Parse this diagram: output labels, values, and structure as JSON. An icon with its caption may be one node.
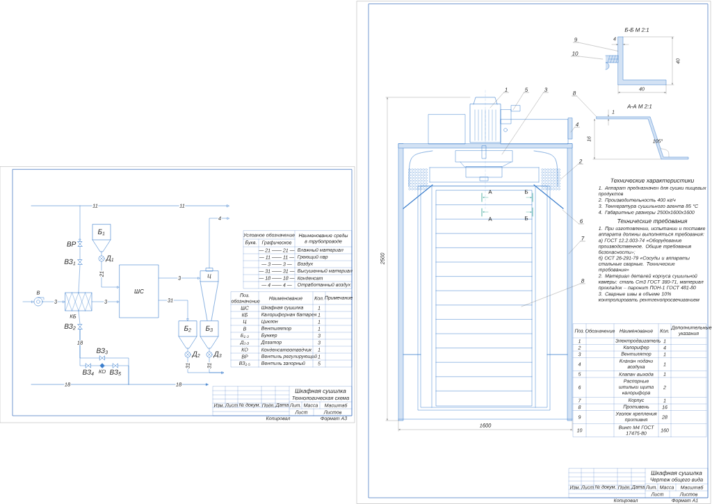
{
  "diagram": {
    "nodes": [
      {
        "text": [
          "В"
        ]
      },
      {
        "text": [
          "КБ"
        ]
      },
      {
        "text": [
          "ШС"
        ]
      },
      {
        "text": [
          "Ц"
        ]
      },
      {
        "text": [
          "Б$_{1}$"
        ]
      },
      {
        "text": [
          "Б$_{2}$"
        ]
      },
      {
        "text": [
          "Б$_{3}$"
        ]
      },
      {
        "text": [
          "Д$_{1}$"
        ]
      },
      {
        "text": [
          "Д$_{2}$"
        ]
      },
      {
        "text": [
          "Д$_{3}$"
        ]
      },
      {
        "text": [
          "ВР"
        ]
      },
      {
        "text": [
          "ВЗ$_{1}$"
        ]
      },
      {
        "text": [
          "ВЗ$_{2}$"
        ]
      },
      {
        "text": [
          "ВЗ$_{3}$"
        ]
      },
      {
        "text": [
          "ВЗ$_{4}$"
        ]
      },
      {
        "text": [
          "КО"
        ]
      },
      {
        "text": [
          "ВЗ$_{5}$"
        ]
      },
      {
        "text": [
          "1"
        ]
      },
      {
        "text": [
          "5"
        ]
      },
      {
        "text": [
          "3"
        ]
      },
      {
        "text": [
          "8"
        ]
      },
      {
        "text": [
          "4"
        ]
      },
      {
        "text": [
          "2"
        ]
      },
      {
        "text": [
          "6"
        ]
      },
      {
        "text": [
          "7"
        ]
      },
      {
        "text": [
          "8"
        ]
      },
      {
        "text": [
          "9"
        ]
      },
      {
        "text": [
          "10"
        ]
      },
      {
        "text": [],
        "shape": "picture",
        "beside": [
          "А-А М 2:1",
          "1",
          "16"
        ]
      },
      {
        "text": [],
        "shape": "picture",
        "beside": [
          "Б-Б М 2:1",
          "4",
          "40",
          "40"
        ]
      },
      {
        "text": [],
        "shape": "picture"
      },
      {
        "text": [],
        "shape": "picture"
      }
    ],
    "edges": [
      {
        "from": null,
        "to": 0,
        "arrow": "to"
      },
      {
        "from": 0,
        "to": 1,
        "arrow": "to",
        "label": "3"
      },
      {
        "from": 1,
        "to": 2,
        "arrow": "to",
        "label": "3"
      },
      {
        "from": null,
        "to": 10,
        "arrow": "to"
      },
      {
        "from": 10,
        "to": 11,
        "arrow": "none"
      },
      {
        "from": 11,
        "to": 1,
        "arrow": "none"
      },
      {
        "from": 1,
        "to": 12,
        "arrow": "none"
      },
      {
        "from": 12,
        "to": 14,
        "arrow": "none",
        "label": "18"
      },
      {
        "from": 12,
        "to": 13,
        "arrow": "none"
      },
      {
        "from": 14,
        "to": 15,
        "arrow": "none"
      },
      {
        "from": 15,
        "to": 16,
        "arrow": "none"
      },
      {
        "from": 16,
        "to": null,
        "arrow": "none"
      },
      {
        "from": 13,
        "to": null,
        "arrow": "none"
      },
      {
        "from": 4,
        "to": 7,
        "arrow": "none"
      },
      {
        "from": 7,
        "to": 2,
        "arrow": "to",
        "label": "21"
      },
      {
        "from": 2,
        "to": 3,
        "arrow": "to",
        "label": "3"
      },
      {
        "from": 2,
        "to": 5,
        "arrow": "to",
        "label": "31"
      },
      {
        "from": 3,
        "to": null,
        "arrow": "to",
        "label": "4"
      },
      {
        "from": 5,
        "to": 8,
        "arrow": "none"
      },
      {
        "from": 6,
        "to": 9,
        "arrow": "none"
      },
      {
        "from": 8,
        "to": null,
        "arrow": "to",
        "label": "31"
      },
      {
        "from": 9,
        "to": null,
        "arrow": "to",
        "label": "31"
      },
      {
        "from": 17,
        "to": null,
        "arrow": "none",
        "color": "#555555"
      },
      {
        "from": 18,
        "to": null,
        "arrow": "none",
        "color": "#555555"
      },
      {
        "from": 19,
        "to": null,
        "arrow": "none",
        "color": "#555555"
      },
      {
        "from": 20,
        "to": 28,
        "arrow": "none",
        "color": "#555555"
      },
      {
        "from": 21,
        "to": null,
        "arrow": "none",
        "color": "#555555"
      },
      {
        "from": 22,
        "to": 31,
        "arrow": "none",
        "color": "#555555"
      },
      {
        "from": 23,
        "to": null,
        "arrow": "none",
        "color": "#555555"
      },
      {
        "from": 24,
        "to": null,
        "arrow": "none",
        "color": "#555555"
      },
      {
        "from": 25,
        "to": null,
        "arrow": "none",
        "color": "#555555"
      },
      {
        "from": 26,
        "to": 29,
        "arrow": "none",
        "color": "#555555"
      },
      {
        "from": 27,
        "to": 30,
        "arrow": "none",
        "color": "#555555"
      }
    ],
    "labels": [
      "11",
      "11",
      "18",
      "18",
      "Условное обозначение",
      "Наименование среды в трубопроводе",
      "Букв.",
      "Графическое",
      "— 21 —— 21 —",
      "Влажный материал",
      "— 11 —— 11 —",
      "Греющий пар",
      "— 3 —— 3 —",
      "Воздух",
      "— 31 —— 31 —",
      "Высушенный материал",
      "— 18 —— 18 —",
      "Конденсат",
      "— 4 —— 4 —",
      "Отработанный воздух",
      "Поз. обозначение",
      "Наименование",
      "Кол.",
      "Примечание",
      "ШС",
      "Шкафная сушилка",
      "1",
      "КБ",
      "Калориферная батарея",
      "1",
      "Ц",
      "Циклон",
      "1",
      "В",
      "Вентилятор",
      "1",
      "Б$_{1-3}$",
      "Бункер",
      "3",
      "Д$_{1-3}$",
      "Дозатор",
      "3",
      "КО",
      "Конденсатоотводчик",
      "1",
      "ВР",
      "Вентиль регулирующий",
      "1",
      "ВЗ$_{1-5}$",
      "Вентиль запорный",
      "5",
      "Изм.",
      "Лист",
      "№ докум.",
      "Подп.",
      "Дата",
      "Шкафная сушилка",
      "Технологическая схема",
      "Лит.",
      "Масса",
      "Масштаб",
      "Лист",
      "Листов",
      "Копировал",
      "Формат А3",
      "105°",
      "2500",
      "А",
      "Б",
      "А",
      "Б",
      "1600",
      "Технические характеристики",
      "1. Аппарат предназначен для сушки пищевых продуктов",
      "2. Производительность 400 кг/ч",
      "3. Температура сушильного агента 85 °С",
      "4. Габаритные размеры 2500х1600х1600",
      "Технические требования",
      "1. При изготовлении, испытании и поставке аппарата должны выполняться требования:",
      "а) ГОСТ 12.2.003-74 «Оборудование производственное. Общие требования безопасности»;",
      "б) ОСТ 26-291-79 «Сосуды и аппараты стальные сварные. Технические требования»",
      "2. Материал деталей корпуса сушильной камеры: сталь Ст3 ГОСТ 380-71, материал прокладок – паронит ПОН-1 ГОСТ 481-80",
      "3. Сварные швы в объеме 10% контролировать рентгенопросвечиванием",
      "Поз.",
      "Обозначение",
      "Наименование",
      "Кол.",
      "Дополнительные указания",
      "1",
      "Электродвигатель",
      "1",
      "2",
      "Калорифер",
      "4",
      "3",
      "Вентилятор",
      "1",
      "4",
      "Клапан подачи воздуха",
      "1",
      "5",
      "Клапан выхода",
      "1",
      "6",
      "Распорные шпильки щита калорифера",
      "2",
      "7",
      "Корпус",
      "1",
      "8",
      "Противень",
      "16",
      "9",
      "Уголок крепления противня",
      "28",
      "10",
      "Винт М4 ГОСТ 17475-80",
      "160",
      "Изм.",
      "Лист",
      "№ докум.",
      "Подп.",
      "Дата",
      "Шкафная сушилка",
      "Чертеж общего вида",
      "Лит.",
      "Масса",
      "Масштаб",
      "Лист",
      "Листов",
      "Копировал",
      "Формат А1"
    ]
  }
}
